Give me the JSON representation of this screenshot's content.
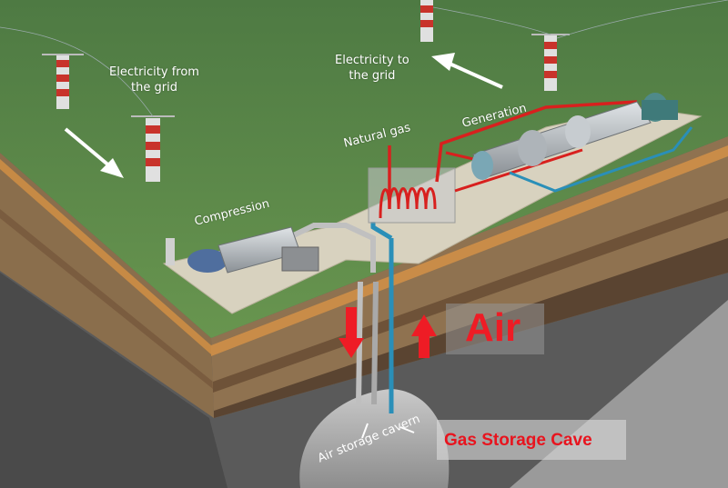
{
  "labels": {
    "electricity_from_grid_line1": "Electricity from",
    "electricity_from_grid_line2": "the grid",
    "electricity_to_grid_line1": "Electricity to",
    "electricity_to_grid_line2": "the grid",
    "natural_gas": "Natural gas",
    "generation": "Generation",
    "compression": "Compression",
    "air": "Air",
    "gas_storage_cave": "Gas Storage Cave",
    "air_storage_cavern": "Air storage cavern"
  },
  "colors": {
    "ground_green": "#5f8a4f",
    "hot_pipe": "#d8201e",
    "cool_pipe": "#2a8fb8",
    "air_arrow": "#ee1c25",
    "label_red": "#e8141e"
  }
}
